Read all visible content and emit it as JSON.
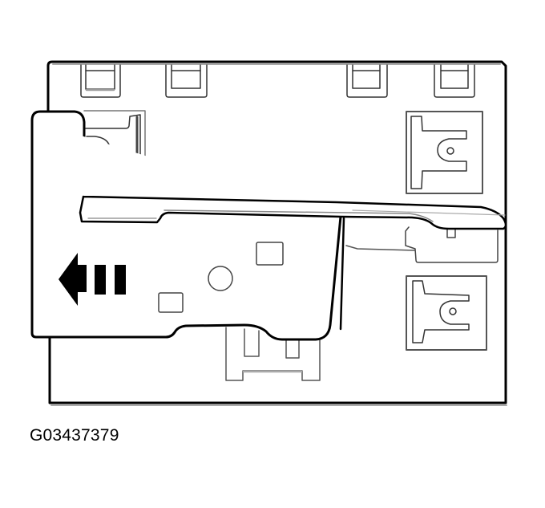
{
  "figure": {
    "id_label": "G03437379",
    "description": "Line drawing of a bracket/cover plate with a sliding locking tab; arrow indicates slide direction to the left",
    "arrow_direction": "left",
    "colors": {
      "line": "#000000",
      "thin_line": "#4a4a4a",
      "shadow": "#9a9a9a",
      "background": "#ffffff"
    }
  }
}
